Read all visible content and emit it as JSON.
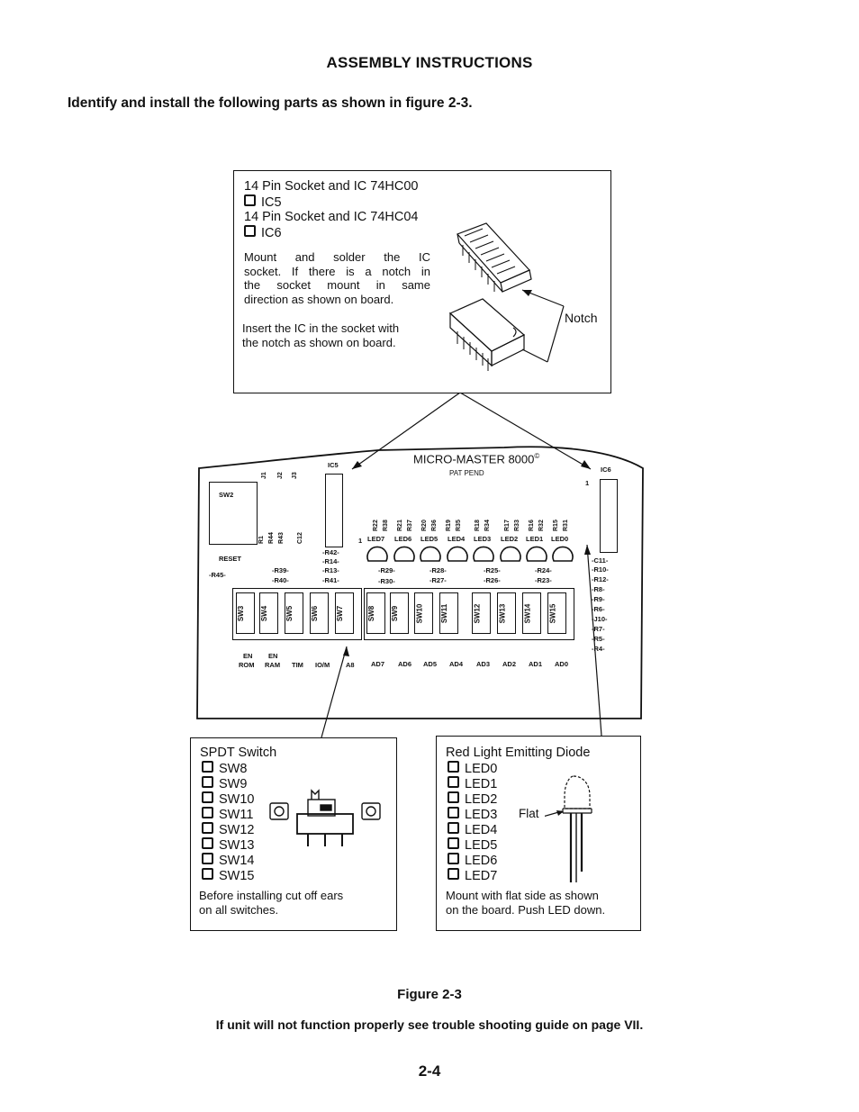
{
  "header": {
    "title": "ASSEMBLY INSTRUCTIONS"
  },
  "intro": "Identify and install the following parts as shown in figure 2-3.",
  "ic_box": {
    "lines": [
      "14 Pin Socket and IC 74HC00",
      "IC5",
      "14 Pin Socket and IC 74HC04",
      "IC6"
    ],
    "mount_text": [
      "Mount and solder the IC",
      "socket. If there is a notch in",
      "the socket mount in same",
      "direction as shown on board."
    ],
    "insert_text": [
      "Insert the IC in the socket with",
      "the notch as shown on board."
    ],
    "notch_label": "Notch"
  },
  "board": {
    "title": "MICRO-MASTER 8000",
    "pat": "PAT PEND",
    "ic5": "IC5",
    "ic6": "IC6",
    "sw2": "SW2",
    "reset": "RESET",
    "jumpers": [
      "J1",
      "J2",
      "J3"
    ],
    "vert_resistors": [
      "R1",
      "R44",
      "R43",
      "C12"
    ],
    "top_resistors": [
      "R22",
      "R38",
      "R21",
      "R37",
      "R20",
      "R36",
      "R19",
      "R35",
      "R18",
      "R34",
      "R17",
      "R33",
      "R16",
      "R32",
      "R15",
      "R31"
    ],
    "leds": [
      "LED7",
      "LED6",
      "LED5",
      "LED4",
      "LED3",
      "LED2",
      "LED1",
      "LED0"
    ],
    "one_label": "1",
    "row1": [
      "R45",
      "R39",
      "R13",
      "R29",
      "R28",
      "R25",
      "R24"
    ],
    "row2": [
      "R40",
      "R41",
      "R30",
      "R27",
      "R26",
      "R23"
    ],
    "r42": "R42",
    "r14": "R14",
    "right_col": [
      "C11",
      "R10",
      "R12",
      "R8",
      "R9",
      "R6",
      "J10",
      "R7",
      "R5",
      "R4"
    ],
    "switches": [
      "SW3",
      "SW4",
      "SW5",
      "SW6",
      "SW7",
      "SW8",
      "SW9",
      "SW10",
      "SW11",
      "SW12",
      "SW13",
      "SW14",
      "SW15"
    ],
    "en1": "EN",
    "en2": "EN",
    "bottom": [
      "ROM",
      "RAM",
      "TIM",
      "IO/M",
      "A8",
      "AD7",
      "AD6",
      "AD5",
      "AD4",
      "AD3",
      "AD2",
      "AD1",
      "AD0"
    ]
  },
  "spdt_box": {
    "title": "SPDT Switch",
    "items": [
      "SW8",
      "SW9",
      "SW10",
      "SW11",
      "SW12",
      "SW13",
      "SW14",
      "SW15"
    ],
    "note": [
      "Before installing cut off ears",
      "on all switches."
    ]
  },
  "led_box": {
    "title": "Red Light Emitting Diode",
    "items": [
      "LED0",
      "LED1",
      "LED2",
      "LED3",
      "LED4",
      "LED5",
      "LED6",
      "LED7"
    ],
    "flat_label": "Flat",
    "note": [
      "Mount with flat side as shown",
      "on the board. Push LED down."
    ]
  },
  "figure_caption": "Figure 2-3",
  "footnote": "If unit will not function properly see trouble shooting guide on page VII.",
  "page_number": "2-4"
}
